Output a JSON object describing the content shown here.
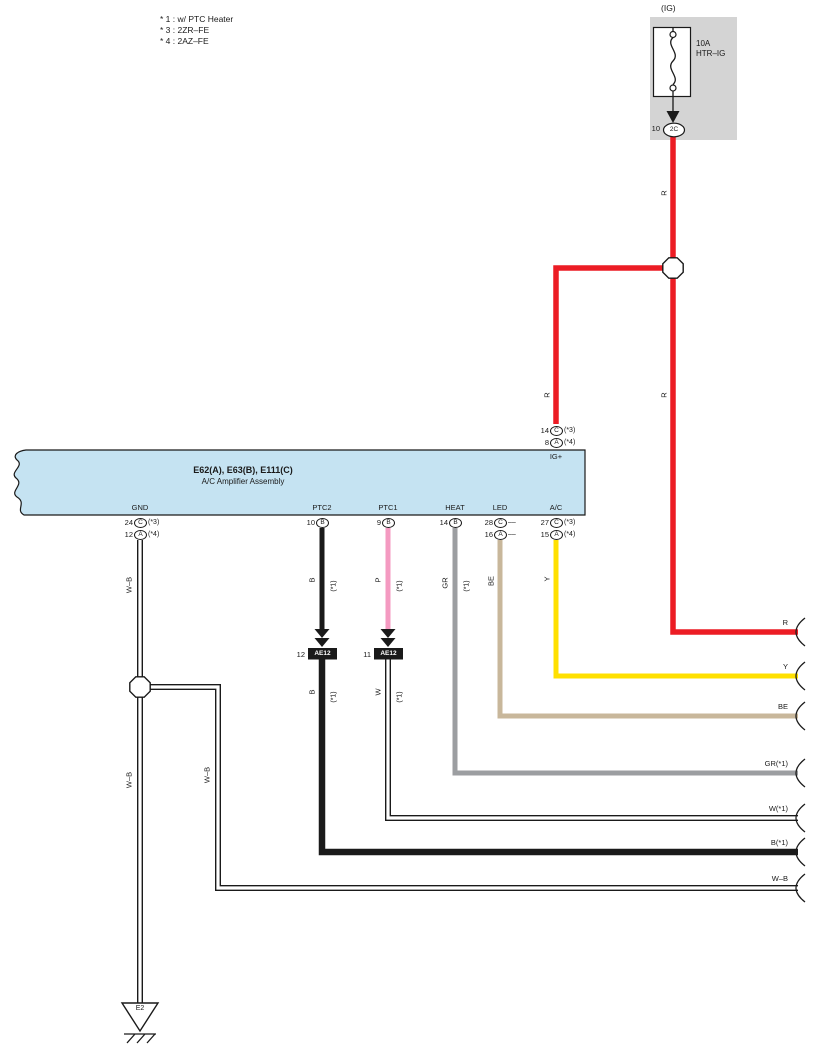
{
  "colors": {
    "wire_red": "#ec1c24",
    "wire_yellow": "#ffe000",
    "wire_beige": "#c8b79b",
    "wire_gray": "#9c9ea1",
    "wire_pink": "#f49ac1",
    "wire_black": "#1a1a1a",
    "wire_white": "#ffffff",
    "amplifier_fill": "#c5e3f2",
    "fuse_block_fill": "#d4d4d4"
  },
  "notes": {
    "line1": "* 1 : w/ PTC Heater",
    "line2": "* 3 : 2ZR–FE",
    "line3": "* 4 : 2AZ–FE"
  },
  "fuse": {
    "source_label": "(IG)",
    "rating": "10A",
    "name": "HTR–IG",
    "pin": "10",
    "connector": "2C"
  },
  "amplifier": {
    "title": "E62(A), E63(B), E111(C)",
    "subtitle": "A/C Amplifier Assembly",
    "pin_labels": {
      "igplus": "IG+",
      "gnd": "GND",
      "ptc2": "PTC2",
      "ptc1": "PTC1",
      "heat": "HEAT",
      "led": "LED",
      "ac": "A/C"
    }
  },
  "pins": {
    "ig_c": {
      "num": "14",
      "conn": "C",
      "note": "(*3)"
    },
    "ig_a": {
      "num": "8",
      "conn": "A",
      "note": "(*4)"
    },
    "gnd_c": {
      "num": "24",
      "conn": "C",
      "note": "(*3)"
    },
    "gnd_a": {
      "num": "12",
      "conn": "A",
      "note": "(*4)"
    },
    "ptc2_b": {
      "num": "10",
      "conn": "B",
      "note": ""
    },
    "ptc1_b": {
      "num": "9",
      "conn": "B",
      "note": ""
    },
    "heat_b": {
      "num": "14",
      "conn": "B",
      "note": ""
    },
    "led_c": {
      "num": "28",
      "conn": "C",
      "note": "––"
    },
    "led_a": {
      "num": "16",
      "conn": "A",
      "note": "––"
    },
    "ac_c": {
      "num": "27",
      "conn": "C",
      "note": "(*3)"
    },
    "ac_a": {
      "num": "15",
      "conn": "A",
      "note": "(*4)"
    }
  },
  "splices": {
    "ae12_ptc2": {
      "num": "12",
      "label": "AE12"
    },
    "ae12_ptc1": {
      "num": "11",
      "label": "AE12"
    }
  },
  "wire_labels": {
    "r_top": "R",
    "r_mid": "R",
    "r_branch": "R",
    "wb_gnd_upper": "W–B",
    "wb_gnd_lower": "W–B",
    "wb_branch": "W–B",
    "b_upper": "B",
    "b_upper_note": "(*1)",
    "p": "P",
    "p_note": "(*1)",
    "gr": "GR",
    "gr_note": "(*1)",
    "be": "BE",
    "y": "Y",
    "b_lower": "B",
    "b_lower_note": "(*1)",
    "w_lower": "W",
    "w_lower_note": "(*1)"
  },
  "right_edge": {
    "r": "R",
    "y": "Y",
    "be": "BE",
    "gr": "GR(*1)",
    "w": "W(*1)",
    "b": "B(*1)",
    "wb": "W–B"
  },
  "ground": {
    "label": "E2"
  }
}
